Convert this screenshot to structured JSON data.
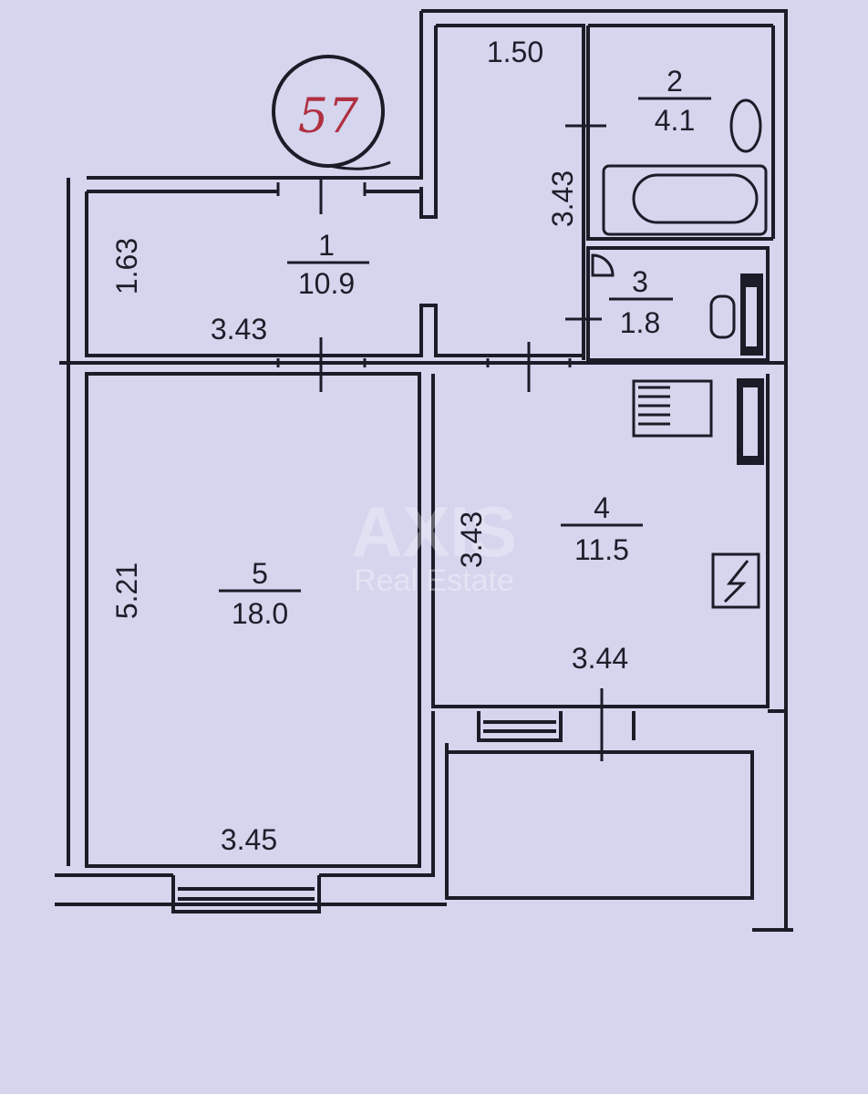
{
  "plan": {
    "apartment_number": "57",
    "rooms": [
      {
        "number": "1",
        "area": "10.9"
      },
      {
        "number": "2",
        "area": "4.1"
      },
      {
        "number": "3",
        "area": "1.8"
      },
      {
        "number": "4",
        "area": "11.5"
      },
      {
        "number": "5",
        "area": "18.0"
      }
    ],
    "dimensions": {
      "corridor_width": "1.50",
      "bath_length": "3.43",
      "hall_height": "1.63",
      "hall_width": "3.43",
      "kitchen_height": "3.43",
      "kitchen_width": "3.44",
      "living_height": "5.21",
      "living_width": "3.45"
    },
    "colors": {
      "background": "#d5d5ee",
      "lines": "#1c1c28",
      "stamp": "#b03040"
    }
  },
  "watermark": {
    "brand": "AXIS",
    "tagline": "Real Estate"
  }
}
